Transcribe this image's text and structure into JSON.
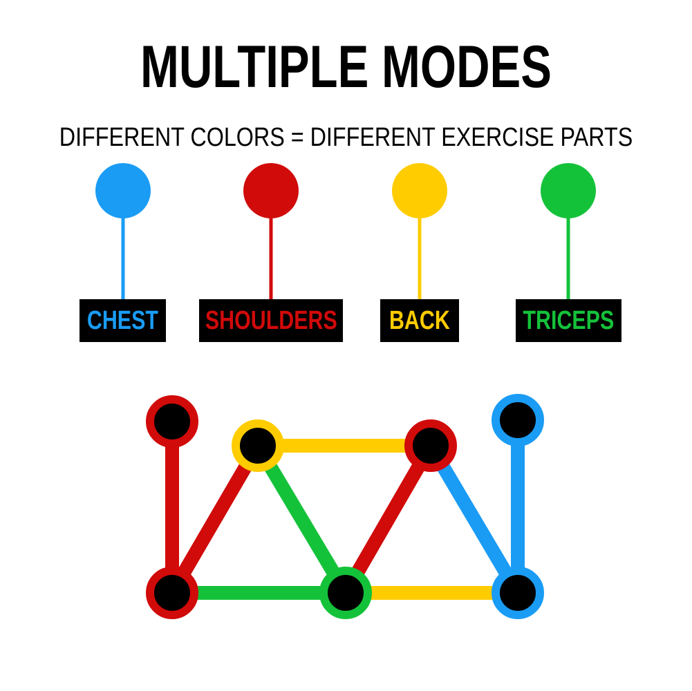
{
  "header": {
    "title": "MULTIPLE MODES",
    "subtitle": "DIFFERENT COLORS = DIFFERENT EXERCISE PARTS"
  },
  "legend": [
    {
      "label": "CHEST",
      "color": "#1a9cf5"
    },
    {
      "label": "SHOULDERS",
      "color": "#d10a0a"
    },
    {
      "label": "BACK",
      "color": "#ffcc00"
    },
    {
      "label": "TRICEPS",
      "color": "#14c23a"
    }
  ],
  "diagram": {
    "node_fill": "#000000",
    "colors": {
      "chest": "#1a9cf5",
      "shoulders": "#d10a0a",
      "back": "#ffcc00",
      "triceps": "#14c23a"
    }
  }
}
